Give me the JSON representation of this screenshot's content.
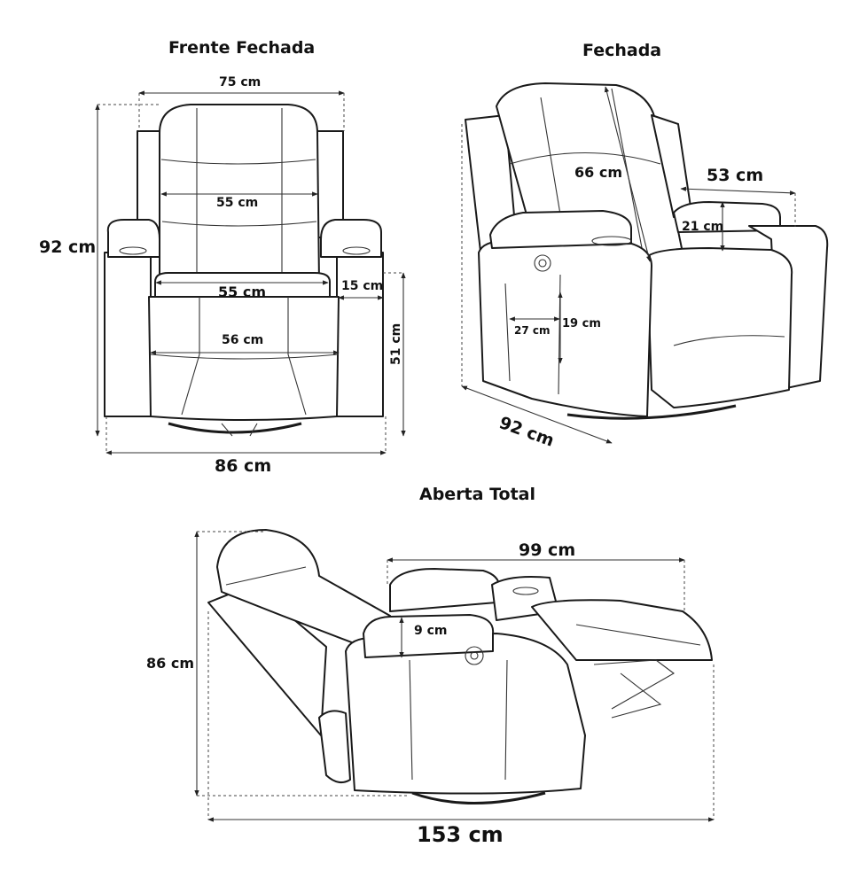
{
  "views": {
    "front": {
      "title": "Frente Fechada",
      "dims": {
        "top_width": "75 cm",
        "back_width": "55 cm",
        "seat_width": "55 cm",
        "lower_width": "56 cm",
        "arm_width": "15 cm",
        "seat_height": "51 cm",
        "total_height": "92 cm",
        "total_width": "86 cm"
      }
    },
    "side": {
      "title": "Fechada",
      "dims": {
        "back_height": "66 cm",
        "seat_depth": "53 cm",
        "arm_height": "21 cm",
        "pocket_width": "27 cm",
        "pocket_height": "19 cm",
        "depth": "92 cm"
      }
    },
    "open": {
      "title": "Aberta Total",
      "dims": {
        "footrest_length": "99 cm",
        "arm_thickness": "9 cm",
        "height": "86 cm",
        "length": "153 cm"
      }
    }
  }
}
